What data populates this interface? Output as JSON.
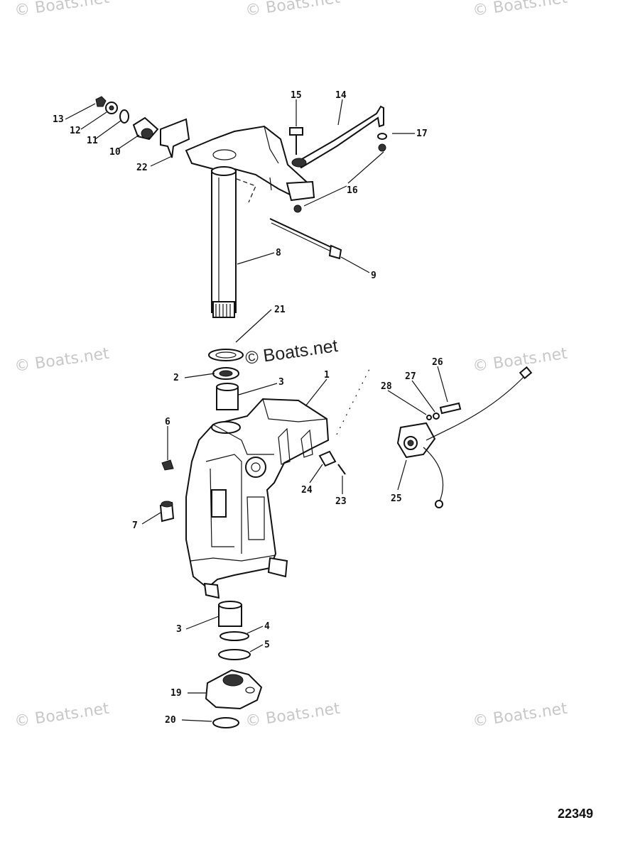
{
  "watermark_text": "© Boats.net",
  "center_watermark": "© Boats.net",
  "figure_number": "22349",
  "callouts": [
    "1",
    "2",
    "3",
    "3",
    "4",
    "5",
    "6",
    "7",
    "8",
    "9",
    "10",
    "11",
    "12",
    "13",
    "14",
    "15",
    "16",
    "16",
    "17",
    "19",
    "20",
    "21",
    "22",
    "23",
    "24",
    "25",
    "26",
    "27",
    "28"
  ]
}
